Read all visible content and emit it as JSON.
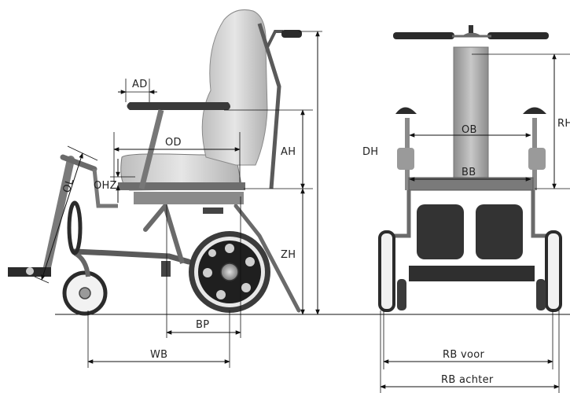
{
  "labels": {
    "ad": "AD",
    "od": "OD",
    "ah": "AH",
    "dh": "DH",
    "ol": "OL",
    "ohz": "OHZ",
    "zh": "ZH",
    "bp": "BP",
    "wb": "WB",
    "ob": "OB",
    "bb": "BB",
    "rh": "RH",
    "rb_voor": "RB voor",
    "rb_achter": "RB achter"
  },
  "colors": {
    "line": "#111111",
    "chair_light": "#d9d9d9",
    "chair_mid": "#9a9a9a",
    "chair_dark": "#3a3a3a",
    "tire": "#2b2b2b"
  }
}
